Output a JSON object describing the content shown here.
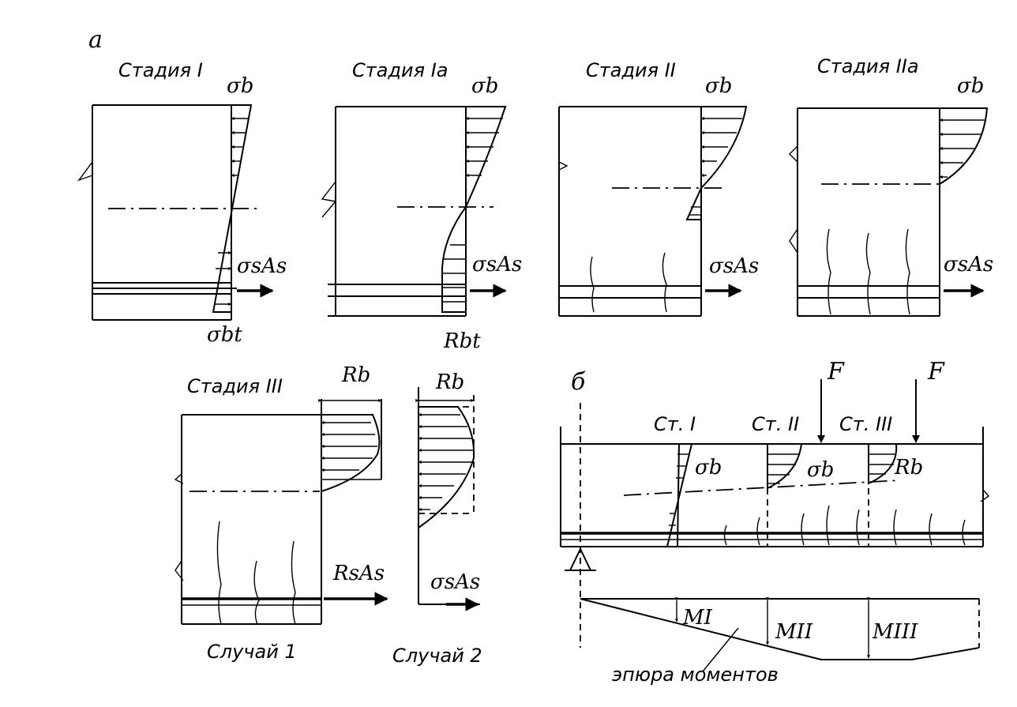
{
  "panel_a": {
    "letter": "а",
    "stage1": {
      "title": "Стадия I",
      "top": "σb",
      "force": "σsAs",
      "bottom": "σbt"
    },
    "stage1a": {
      "title": "Стадия Iа",
      "top": "σb",
      "force": "σsAs",
      "bottom": "Rbt"
    },
    "stage2": {
      "title": "Стадия II",
      "top": "σb",
      "force": "σsAs"
    },
    "stage2a": {
      "title": "Стадия IIа",
      "top": "σb",
      "force": "σsAs"
    },
    "stage3": {
      "title": "Стадия III",
      "top": "Rb",
      "force": "RsAs",
      "case": "Случай 1"
    },
    "case2": {
      "top": "Rb",
      "force": "σsAs",
      "case": "Случай 2"
    }
  },
  "panel_b": {
    "letter": "б",
    "load1": "F",
    "load2": "F",
    "st1": "Ст. I",
    "st2": "Ст. II",
    "st3": "Ст. III",
    "stress1": "σb",
    "stress2": "σb",
    "stress3": "Rb",
    "m1": "MI",
    "m2": "MII",
    "m3": "MIII",
    "moment_label": "эпюра моментов"
  }
}
